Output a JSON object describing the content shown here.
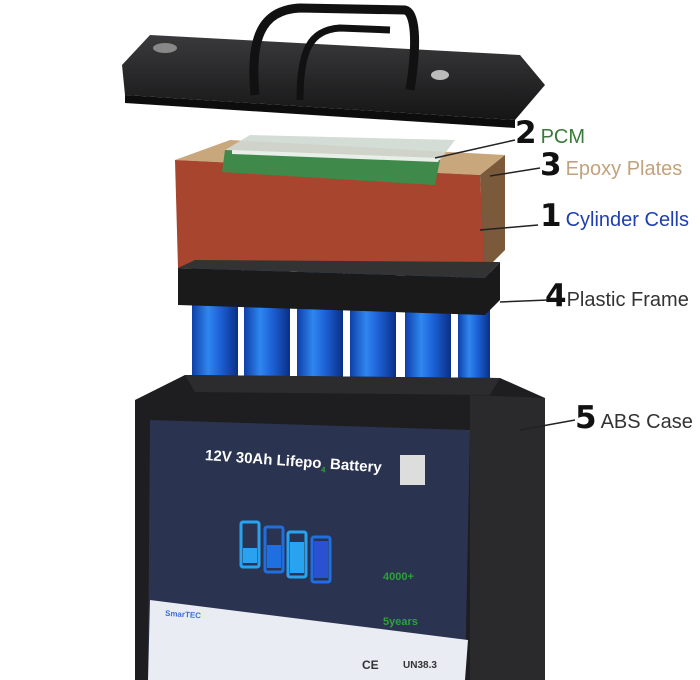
{
  "callouts": [
    {
      "number": "2",
      "label": "PCM",
      "color": "#3a7a3a"
    },
    {
      "number": "3",
      "label": "Epoxy Plates",
      "color": "#c2a27c"
    },
    {
      "number": "1",
      "label": "Cylinder Cells",
      "color": "#1f3fb0"
    },
    {
      "number": "4",
      "label": "Plastic Frame",
      "color": "#333333"
    },
    {
      "number": "5",
      "label": "ABS Case",
      "color": "#333333"
    }
  ],
  "battery_label": {
    "title": "12V 30Ah Lifepo",
    "title_sub": "4",
    "title_end": "Battery",
    "brand": "SmarTEC",
    "cert": "UN38.3",
    "ce": "CE"
  },
  "colors": {
    "case": "#1e1e20",
    "panel": "#2a3350",
    "cell": "#1f6fe0",
    "epoxy": "#a8452e",
    "pcm": "#3f8a4a"
  }
}
